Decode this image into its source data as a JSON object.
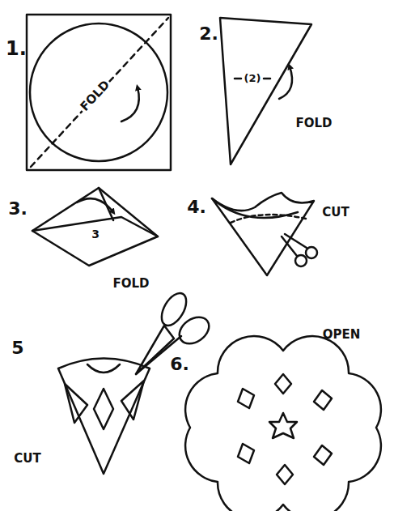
{
  "diagram": {
    "labels": [
      "1.",
      "FOLD",
      "2.",
      "(2)",
      "FOLD",
      "3.",
      "3",
      "FOLD",
      "4.",
      "CUT",
      "5",
      "CUT",
      "6.",
      "OPEN"
    ]
  }
}
